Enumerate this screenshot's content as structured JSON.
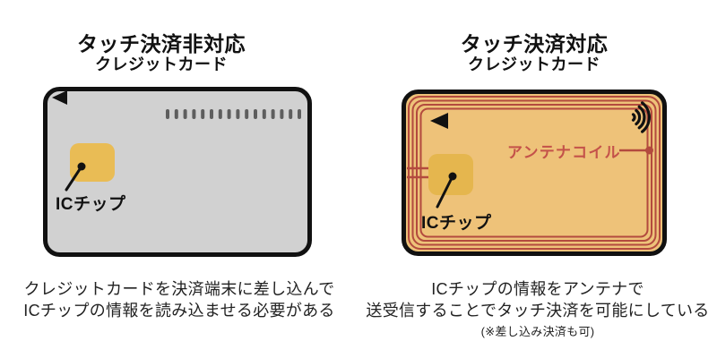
{
  "left": {
    "title_line1": "タッチ決済非対応",
    "title_line2": "クレジットカード",
    "chip_label": "ICチップ",
    "caption_line1": "クレジットカードを決済端末に差し込んで",
    "caption_line2": "ICチップの情報を読み込ませる必要がある",
    "card": {
      "fill": "#d1d1d1",
      "border_color": "#111111",
      "chip_color": "#e9bc55",
      "number_dash_color": "#5e5e5e",
      "number_dash_count": 16
    }
  },
  "right": {
    "title_line1": "タッチ決済対応",
    "title_line2": "クレジットカード",
    "chip_label": "ICチップ",
    "antenna_label": "アンテナコイル",
    "caption_line1": "ICチップの情報をアンテナで",
    "caption_line2": "送受信することでタッチ決済を可能にしている",
    "caption_note": "(※差し込み決済も可)",
    "card": {
      "fill": "#eec279",
      "border_color": "#111111",
      "chip_color": "#e5b64e",
      "coil_color": "#b34a3e",
      "coil_loops": 4,
      "antenna_label_color": "#c4524a"
    }
  }
}
